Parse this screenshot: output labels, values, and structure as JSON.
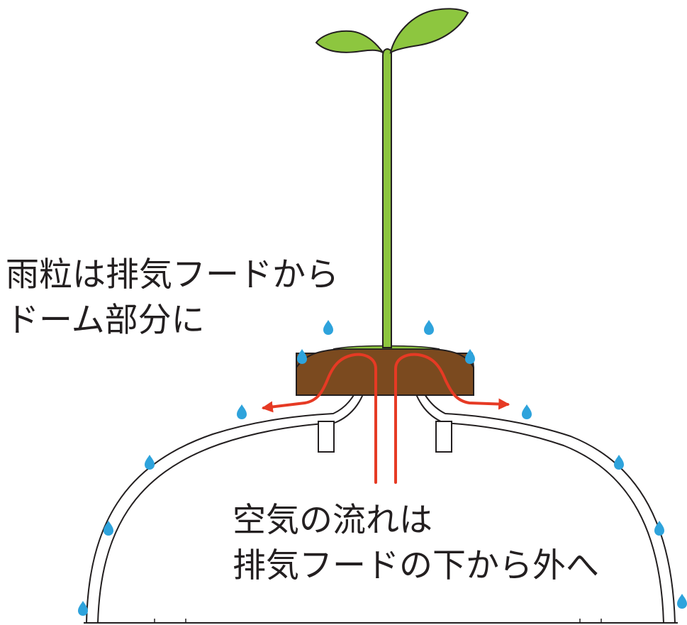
{
  "captions": {
    "rain": {
      "line1": "雨粒は排気フードから",
      "line2": "ドーム部分に"
    },
    "airflow": {
      "line1": "空気の流れは",
      "line2": "排気フードの下から外へ"
    }
  },
  "colors": {
    "leaf": "#8dc63f",
    "stem": "#8dc63f",
    "outline": "#231f20",
    "soil": "#7b4a1f",
    "airflow_arrow": "#e63a24",
    "raindrop": "#2ea3dc",
    "dome_fill": "#ffffff"
  },
  "icons": {
    "raindrop": "raindrop-icon",
    "seedling": "seedling-icon"
  }
}
